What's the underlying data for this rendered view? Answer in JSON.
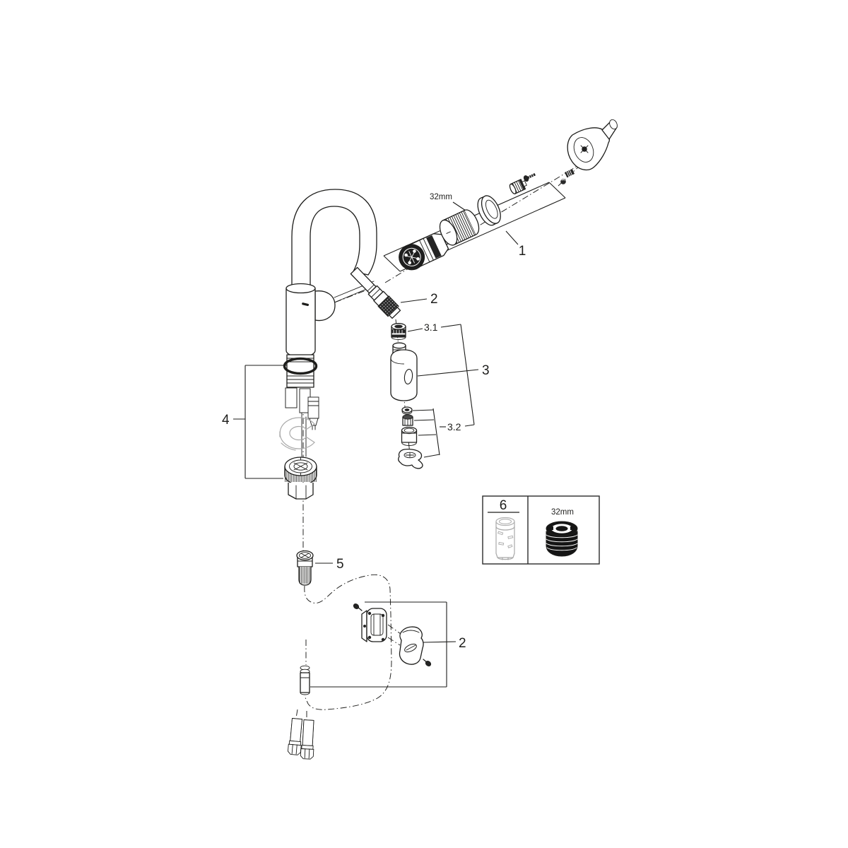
{
  "diagram": {
    "background": "#ffffff",
    "line_color": "#1d1d1b",
    "muted_color": "#a9a9a9",
    "labels": {
      "spout_dimension": "32mm",
      "cartridge_group": "1",
      "hose_coupling": "2",
      "spray_head": "3",
      "spray_head_insert": "3.1",
      "mousseur_set": "3.2",
      "fixing_set": "4",
      "check_valve": "5",
      "service_tool": "6",
      "tool_dimension": "32mm",
      "hose_weight": "2"
    }
  }
}
